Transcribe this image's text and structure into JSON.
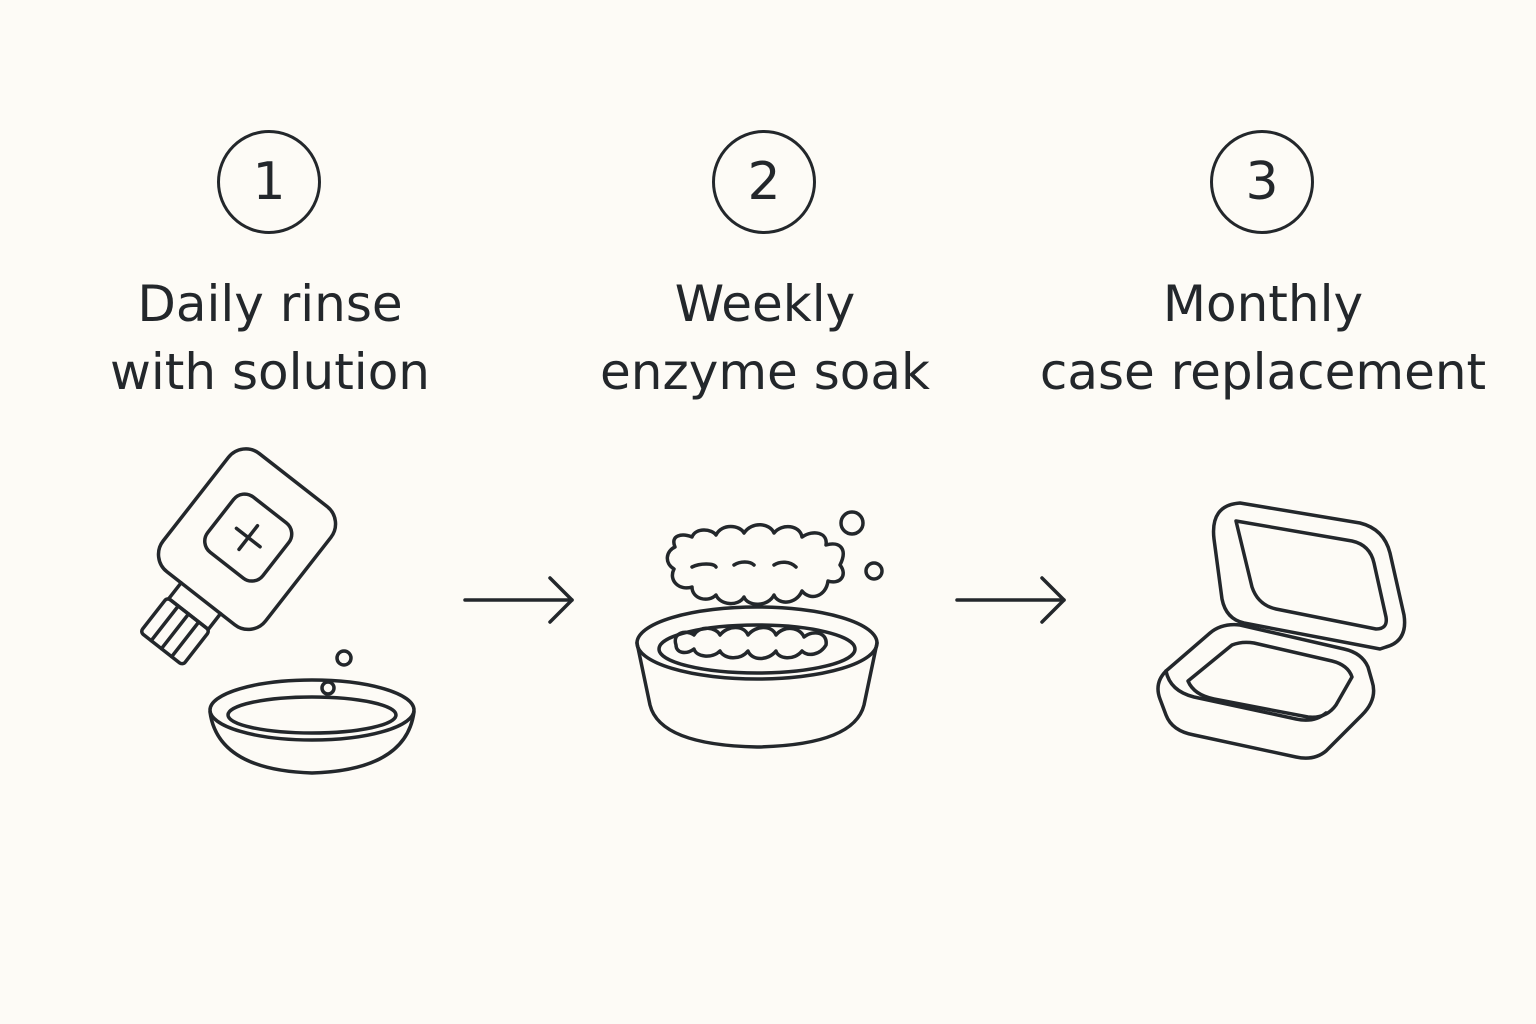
{
  "steps": [
    {
      "number": "1",
      "title_line1": "Daily rinse",
      "title_line2": "with solution",
      "icon": "solution-bottle-pouring-into-lens-case-icon"
    },
    {
      "number": "2",
      "title_line1": "Weekly",
      "title_line2": "enzyme soak",
      "icon": "aligner-soaking-in-bowl-icon"
    },
    {
      "number": "3",
      "title_line1": "Monthly",
      "title_line2": "case replacement",
      "icon": "open-case-icon"
    }
  ],
  "arrows": [
    "arrow-right-icon",
    "arrow-right-icon"
  ],
  "colors": {
    "background": "#fdfbf6",
    "ink": "#23272b"
  }
}
